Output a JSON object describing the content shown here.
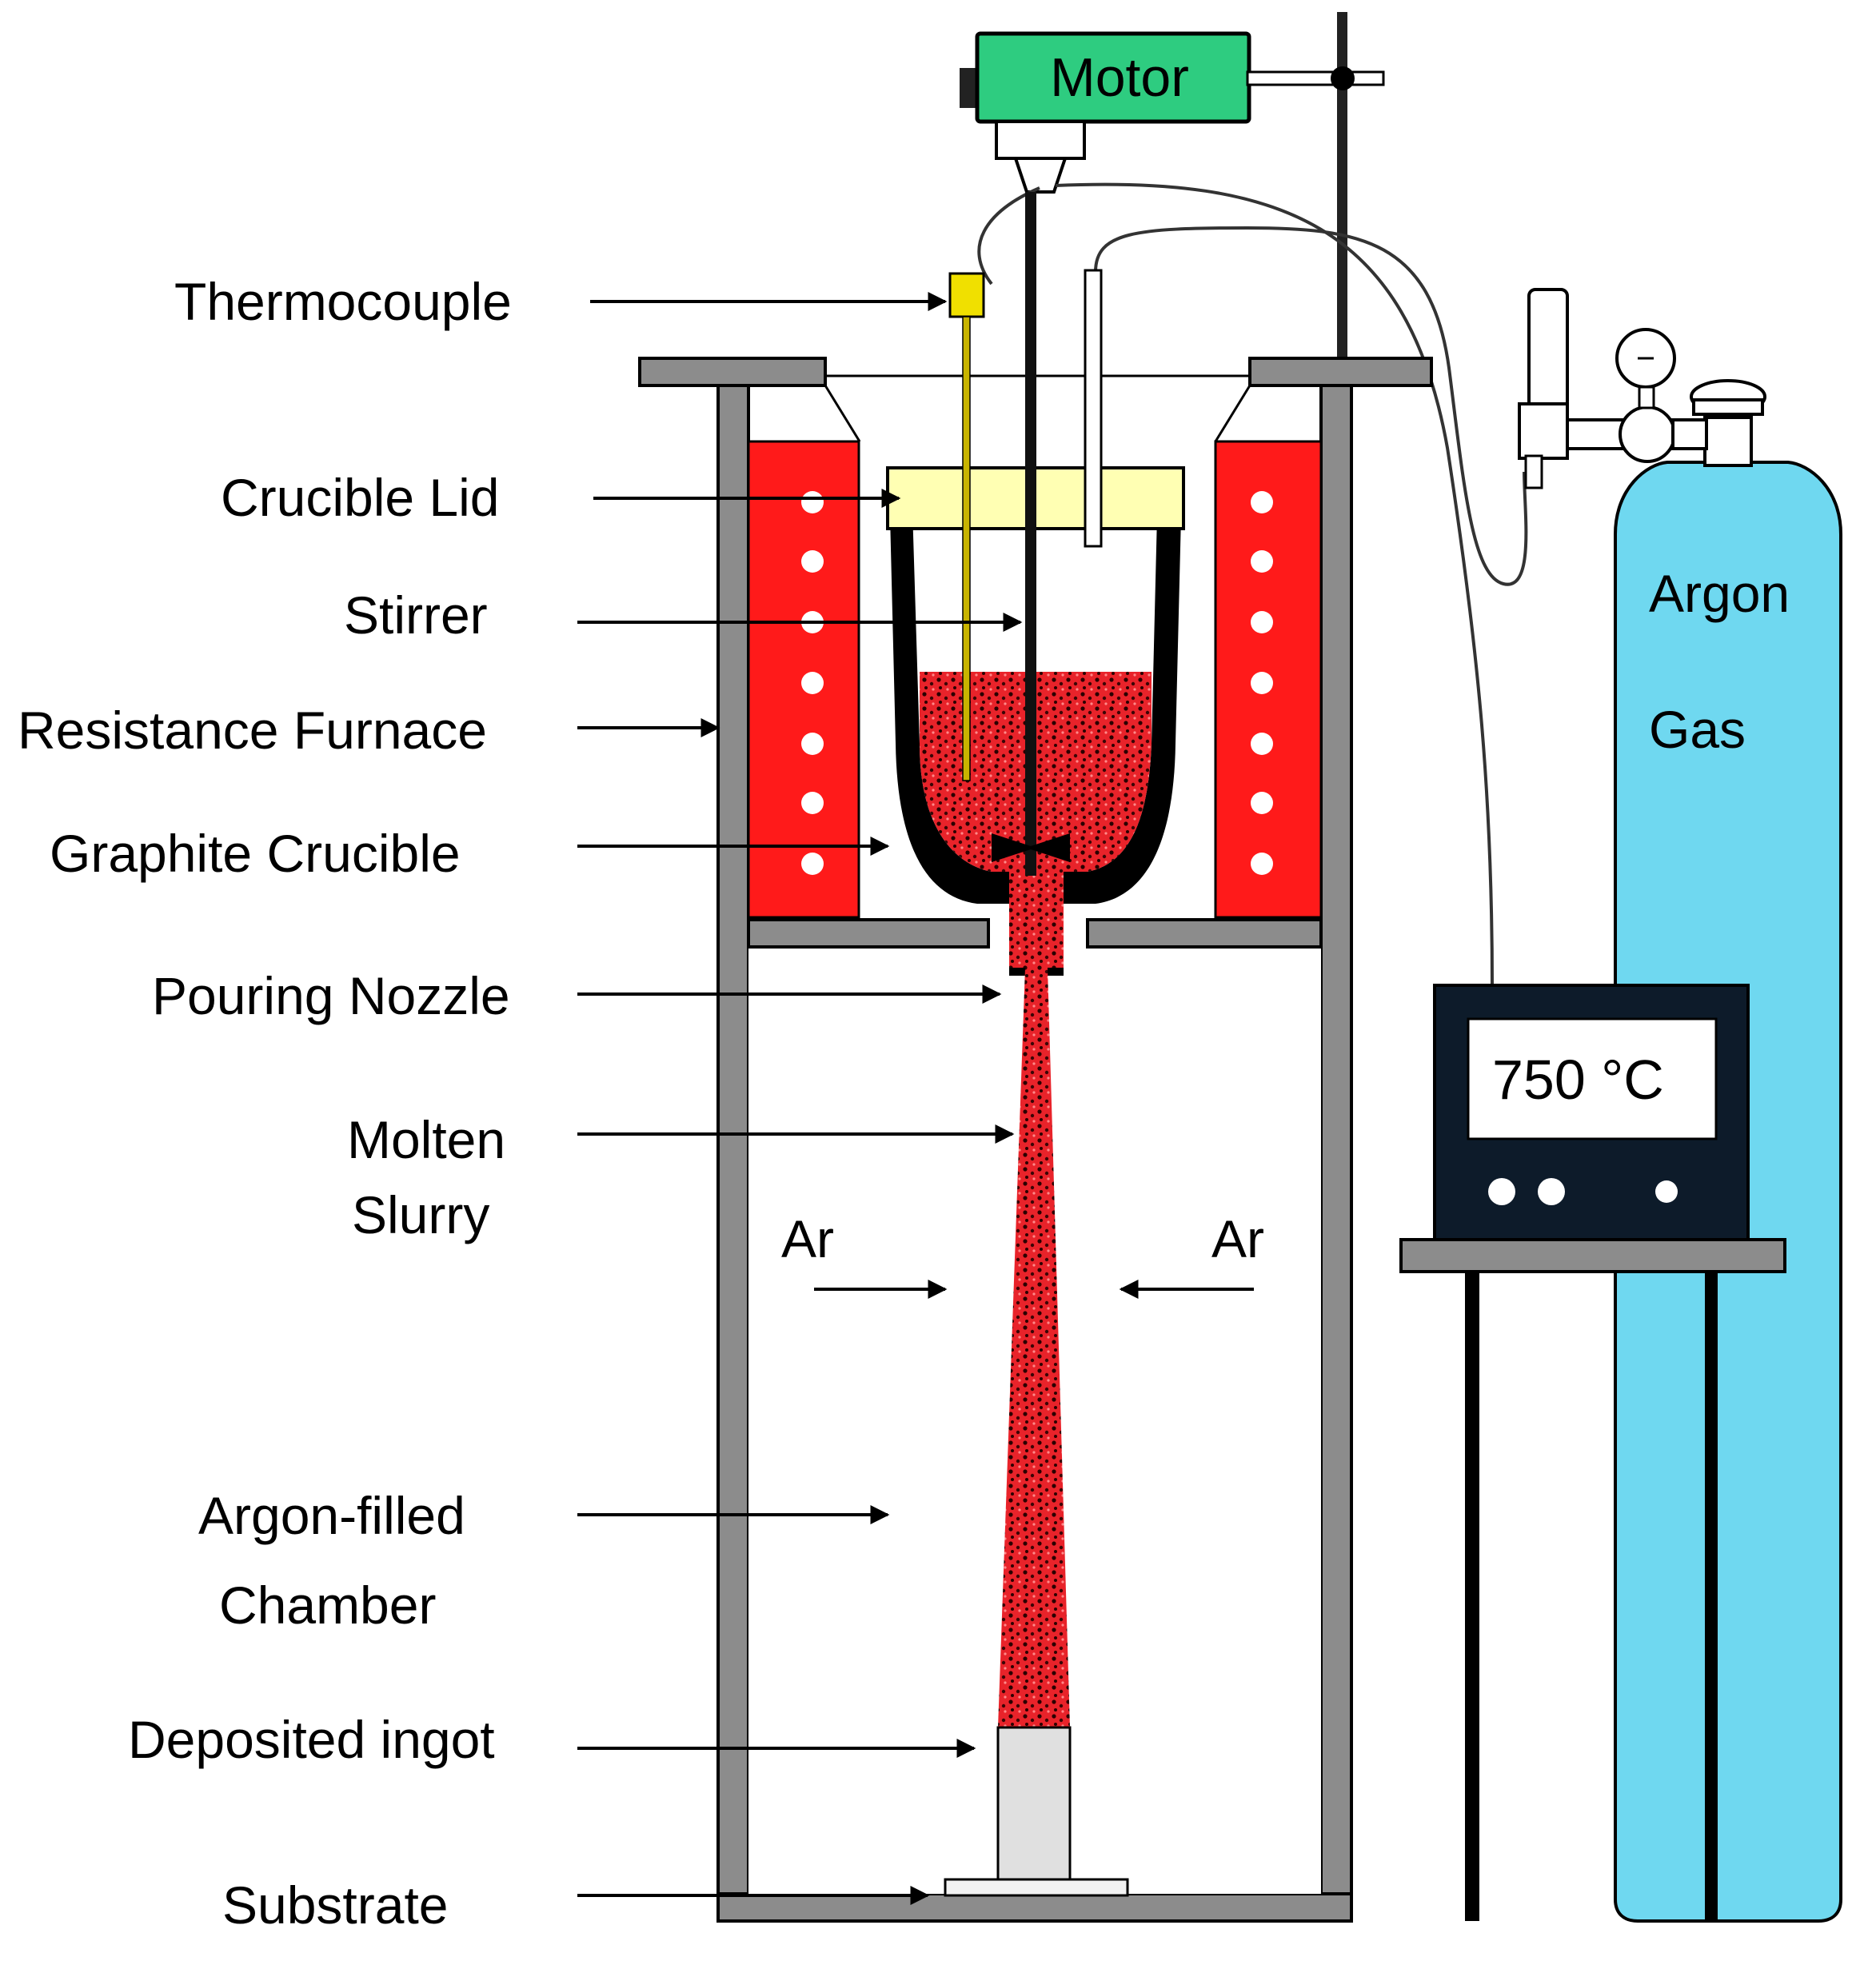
{
  "labels": {
    "motor": "Motor",
    "thermocouple": "Thermocouple",
    "crucible_lid": "Crucible Lid",
    "stirrer": "Stirrer",
    "resistance_furnace": "Resistance Furnace",
    "graphite_crucible": "Graphite Crucible",
    "pouring_nozzle": "Pouring Nozzle",
    "molten_slurry_1": "Molten",
    "molten_slurry_2": "Slurry",
    "argon_chamber_1": "Argon-filled",
    "argon_chamber_2": "Chamber",
    "deposited_ingot": "Deposited ingot",
    "substrate": "Substrate",
    "ar_left": "Ar",
    "ar_right": "Ar",
    "argon_gas_1": "Argon",
    "argon_gas_2": "Gas",
    "temperature_readout": "750 °C"
  },
  "colors": {
    "motor": "#2ecc80",
    "furnace": "#ff1a1a",
    "lid": "#ffffb3",
    "slurry": "#e8232a",
    "cylinder": "#6fd8f0",
    "thermocouple": "#f0e000",
    "frame": "#8c8c8c",
    "controller": "#0d1b2a",
    "ingot": "#e0e0e0"
  }
}
